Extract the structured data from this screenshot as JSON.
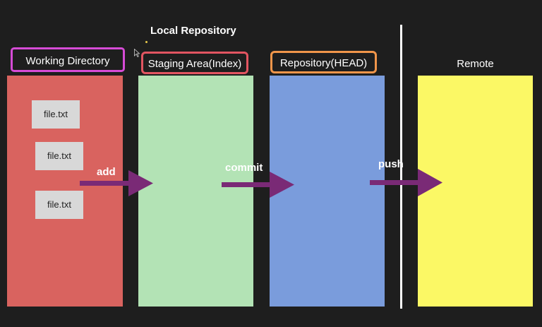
{
  "diagram": {
    "title": "Local Repository",
    "areas": {
      "working_directory": "Working Directory",
      "staging_area": "Staging Area(Index)",
      "repository": "Repository(HEAD)",
      "remote": "Remote"
    },
    "files": [
      "file.txt",
      "file.txt",
      "file.txt"
    ],
    "arrows": {
      "add": "add",
      "commit": "commit",
      "push": "push"
    },
    "colors": {
      "background": "#1e1e1e",
      "working_directory": "#d9635f",
      "staging_area": "#b3e3b5",
      "repository": "#7a9cdc",
      "remote": "#fbf865",
      "arrow": "#7a2a76",
      "working_directory_border": "#d64bd6",
      "staging_area_border": "#e25561",
      "repository_border": "#f0954a"
    }
  }
}
